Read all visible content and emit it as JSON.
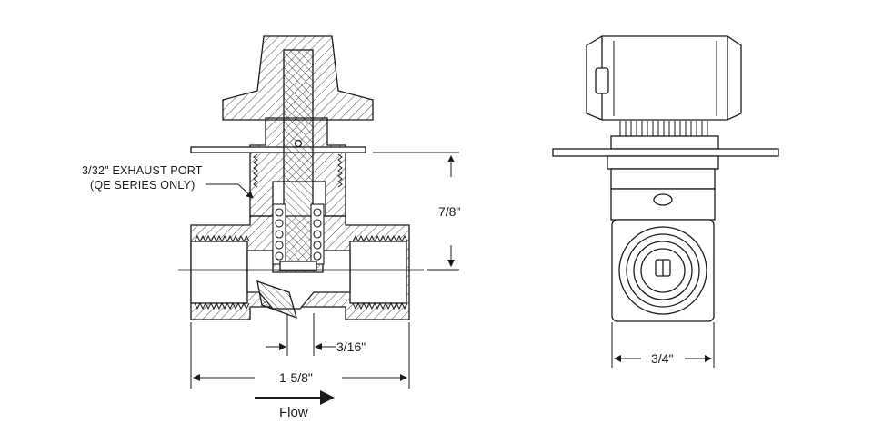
{
  "labels": {
    "exhaust_line1": "3/32\" EXHAUST PORT",
    "exhaust_line2": "(QE SERIES ONLY)",
    "dim_height": "7/8\"",
    "dim_orifice": "3/16\"",
    "dim_length": "1-5/8\"",
    "dim_width": "3/4\"",
    "flow": "Flow"
  },
  "colors": {
    "line": "#1a1a1a",
    "fill": "#ffffff"
  }
}
